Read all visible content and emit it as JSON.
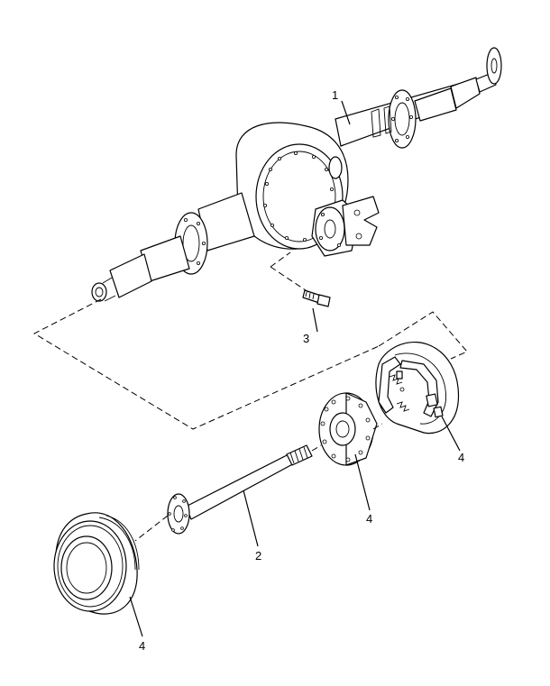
{
  "callouts": {
    "axle_housing": "1",
    "axle_shaft": "2",
    "breather_plug": "3",
    "brake_shoe_assembly": "4",
    "hub_flange": "4",
    "brake_drum": "4"
  },
  "colors": {
    "line": "#000000",
    "background": "#ffffff"
  }
}
